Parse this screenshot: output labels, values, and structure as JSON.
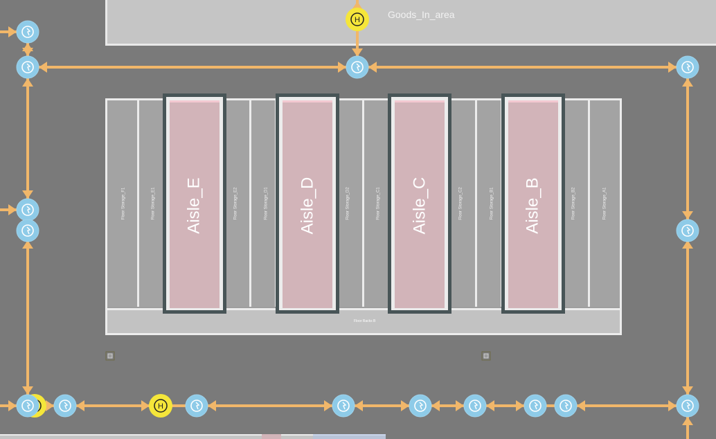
{
  "goods_in": {
    "label": "Goods_In_area"
  },
  "storage": {
    "base_label": "Floor Racks B",
    "bays": [
      {
        "label": "Floor Storage_F1"
      },
      {
        "label": "Floor Storage_E1"
      },
      {
        "label": "Floor Storage_E2"
      },
      {
        "label": "Floor Storage_D1"
      },
      {
        "label": "Floor Storage_D2"
      },
      {
        "label": "Floor Storage_C1"
      },
      {
        "label": "Floor Storage_C2"
      },
      {
        "label": "Floor Storage_B1"
      },
      {
        "label": "Floor Storage_B2"
      },
      {
        "label": "Floor Storage_A1"
      }
    ],
    "aisles": [
      {
        "label": "Aisle_E"
      },
      {
        "label": "Aisle_D"
      },
      {
        "label": "Aisle_C"
      },
      {
        "label": "Aisle_B"
      }
    ]
  },
  "nodes": {
    "hold_label": "H",
    "waypoint_icon": "robot-waypoint-icon",
    "hold_icon": "hold-point-icon"
  },
  "colors": {
    "floor": "#7a7a7a",
    "path": "#f1b76a",
    "waypoint": "#8ecbe8",
    "hold": "#f5e63a",
    "aisle_fill": "#d2b4b9",
    "aisle_border": "#485557",
    "rack_outline": "#ececec"
  }
}
